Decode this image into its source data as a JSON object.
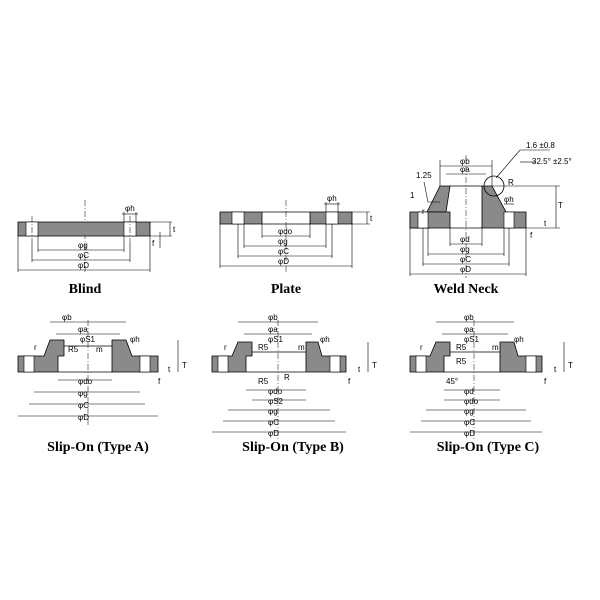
{
  "captions": {
    "blind": "Blind",
    "plate": "Plate",
    "weld_neck": "Weld Neck",
    "slip_on_a": "Slip-On (Type A)",
    "slip_on_b": "Slip-On (Type B)",
    "slip_on_c": "Slip-On (Type C)"
  },
  "labels": {
    "phi_h": "φh",
    "t": "t",
    "T": "T",
    "f": "f",
    "phi_g": "φg",
    "phi_C": "φC",
    "phi_D": "φD",
    "phi_do": "φdo",
    "phi_b": "φb",
    "phi_a": "φa",
    "phi_d": "φd",
    "phi_S1": "φS1",
    "phi_S2": "φS2",
    "r": "r",
    "R": "R",
    "R5": "R5",
    "m": "m",
    "angle_45": "45°",
    "weld_taper": "1.25",
    "weld_one": "1",
    "bevel_tol": "1.6 ±0.8",
    "bevel_angle": "32.5° ±2.5°"
  }
}
